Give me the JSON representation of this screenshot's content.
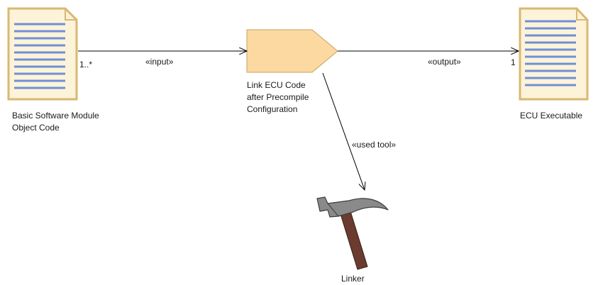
{
  "diagram": {
    "input_artifact": {
      "name": "Basic Software Module Object Code",
      "multiplicity": "1..*"
    },
    "task": {
      "name": "Link ECU Code after Precompile Configuration"
    },
    "output_artifact": {
      "name": "ECU Executable",
      "multiplicity": "1"
    },
    "tool": {
      "name": "Linker"
    },
    "edges": {
      "input": "«input»",
      "output": "«output»",
      "tool": "«used tool»"
    },
    "colors": {
      "artifact_fill": "#fdf3d9",
      "artifact_border": "#d9b872",
      "artifact_lines": "#6f8fd8",
      "task_fill": "#fcd9a0",
      "task_border": "#c8a060",
      "hammer_head": "#7f7f7f",
      "hammer_handle": "#6b3b30"
    }
  }
}
